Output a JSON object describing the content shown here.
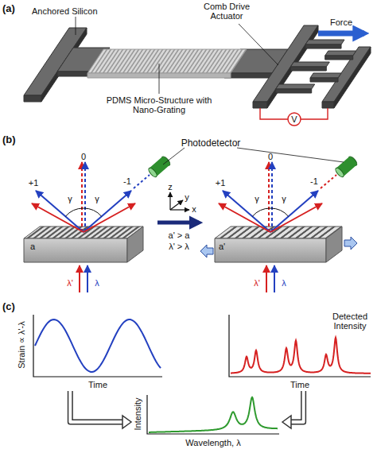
{
  "diagram": {
    "nodes": [
      {
        "text": [
          "Strain ∝ λ'-λ",
          "Time"
        ]
      },
      {
        "text": [
          "Detected Intensity",
          "Time"
        ]
      },
      {
        "text": [
          "Intensity",
          "Wavelength, λ"
        ]
      }
    ],
    "edges": [
      {
        "from": 0,
        "to": 2,
        "arrow": "to"
      },
      {
        "from": 1,
        "to": 2,
        "arrow": "to"
      }
    ],
    "labels": [
      "(a)",
      "Anchored Silicon",
      "Comb Drive Actuator",
      "Force",
      "PDMS Micro-Structure with Nano-Grating",
      "V",
      "(b)",
      "Photodetector",
      "+1",
      "0",
      "-1",
      "γ",
      "γ",
      "a",
      "λ'",
      "λ",
      "z",
      "y",
      "x",
      "a' > a",
      "λ' > λ",
      "+1",
      "0",
      "-1",
      "γ",
      "γ",
      "a'",
      "λ'",
      "λ",
      "(c)"
    ]
  }
}
